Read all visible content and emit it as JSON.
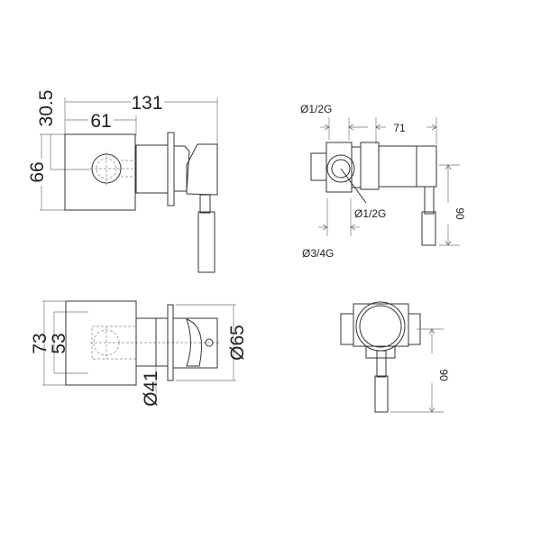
{
  "views": {
    "side": {
      "width_total": "131",
      "width_body": "61",
      "height_body": "66",
      "offset": "30.5"
    },
    "top_right": {
      "inlet_top": "Ø1/2G",
      "length": "71",
      "outlet": "Ø1/2G",
      "inlet_bottom": "Ø3/4G",
      "lever": "90"
    },
    "front": {
      "plate": "73",
      "inner": "53",
      "body_dia": "Ø41",
      "flange_dia": "Ø65"
    },
    "rear": {
      "lever": "90"
    }
  }
}
